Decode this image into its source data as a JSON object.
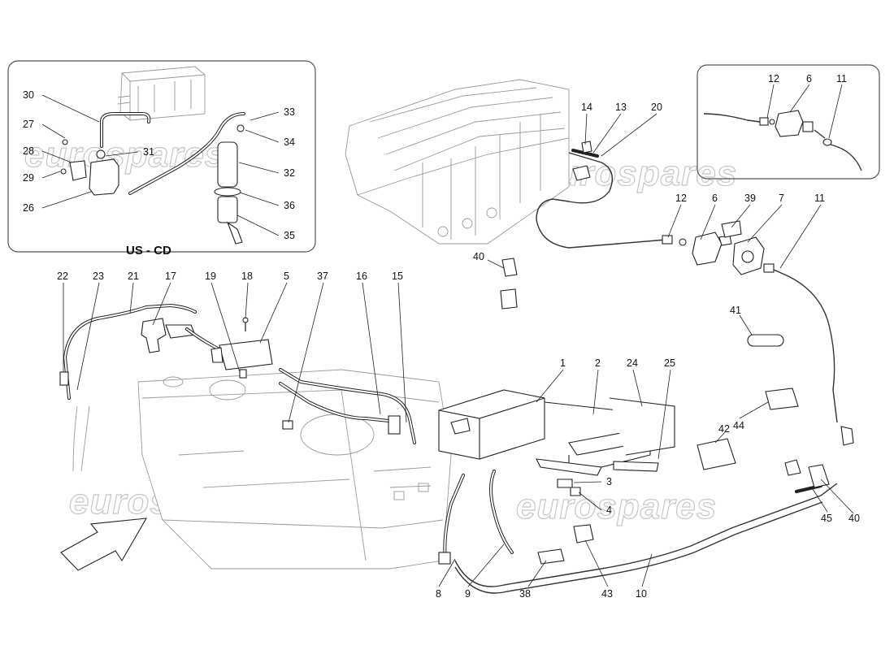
{
  "diagram": {
    "inset_left_title": "US - CD",
    "watermarks": [
      "eurospares",
      "eurospares",
      "eurospares",
      "eurospares"
    ],
    "callouts": {
      "c30": "30",
      "c27": "27",
      "c28": "28",
      "c29": "29",
      "c26": "26",
      "c31": "31",
      "c33": "33",
      "c34": "34",
      "c32": "32",
      "c36": "36",
      "c35": "35",
      "c12r": "12",
      "c6r": "6",
      "c11r": "11",
      "c14": "14",
      "c13": "13",
      "c20": "20",
      "c12": "12",
      "c6": "6",
      "c39": "39",
      "c7": "7",
      "c11": "11",
      "c40t": "40",
      "c41": "41",
      "c44": "44",
      "c42": "42",
      "c22": "22",
      "c23": "23",
      "c21": "21",
      "c17": "17",
      "c19": "19",
      "c18": "18",
      "c5": "5",
      "c37": "37",
      "c16": "16",
      "c15": "15",
      "c1": "1",
      "c2": "2",
      "c24": "24",
      "c25": "25",
      "c3": "3",
      "c4": "4",
      "c8": "8",
      "c9": "9",
      "c38": "38",
      "c43": "43",
      "c10": "10",
      "c45": "45",
      "c40b": "40"
    }
  }
}
